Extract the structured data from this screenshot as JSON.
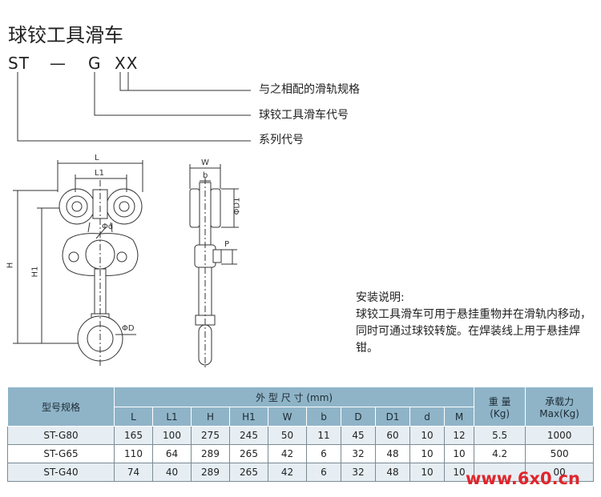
{
  "title": "球铰工具滑车",
  "model_code": {
    "part1": "ST",
    "dash": "—",
    "part2": "G",
    "part3": "XX"
  },
  "legend": [
    "与之相配的滑轨规格",
    "球铰工具滑车代号",
    "系列代号"
  ],
  "drawing_labels": {
    "L": "L",
    "L1": "L1",
    "H": "H",
    "H1": "H1",
    "phi_d": "Φd",
    "phi_D": "ΦD",
    "W": "W",
    "b": "b",
    "phi_D1": "ΦD1",
    "P": "P"
  },
  "description": {
    "heading": "安装说明:",
    "body": "球铰工具滑车可用于悬挂重物并在滑轨内移动，同时可通过球铰转旋。在焊装线上用于悬挂焊钳。"
  },
  "table": {
    "col_model": "型号规格",
    "group_dims": "外 型 尺 寸 (mm)",
    "col_weight": "重 量",
    "col_weight_unit": "(Kg)",
    "col_load": "承载力",
    "col_load_unit": "Max(Kg)",
    "dim_headers": [
      "L",
      "L1",
      "H",
      "H1",
      "W",
      "b",
      "D",
      "D1",
      "d",
      "M"
    ],
    "rows": [
      {
        "model": "ST-G80",
        "dims": [
          "165",
          "100",
          "275",
          "245",
          "50",
          "11",
          "45",
          "60",
          "10",
          "12"
        ],
        "weight": "5.5",
        "load": "1000"
      },
      {
        "model": "ST-G65",
        "dims": [
          "110",
          "64",
          "289",
          "265",
          "42",
          "6",
          "32",
          "48",
          "10",
          "10"
        ],
        "weight": "4.2",
        "load": "500"
      },
      {
        "model": "ST-G40",
        "dims": [
          "74",
          "40",
          "289",
          "265",
          "42",
          "6",
          "32",
          "48",
          "10",
          "10"
        ],
        "weight": "",
        "load": "00"
      }
    ]
  },
  "watermark": "www.6x0.cn",
  "colors": {
    "header_bg": "#8fb4c8",
    "row_alt": "#e6eef3",
    "watermark": "#e0252b"
  }
}
